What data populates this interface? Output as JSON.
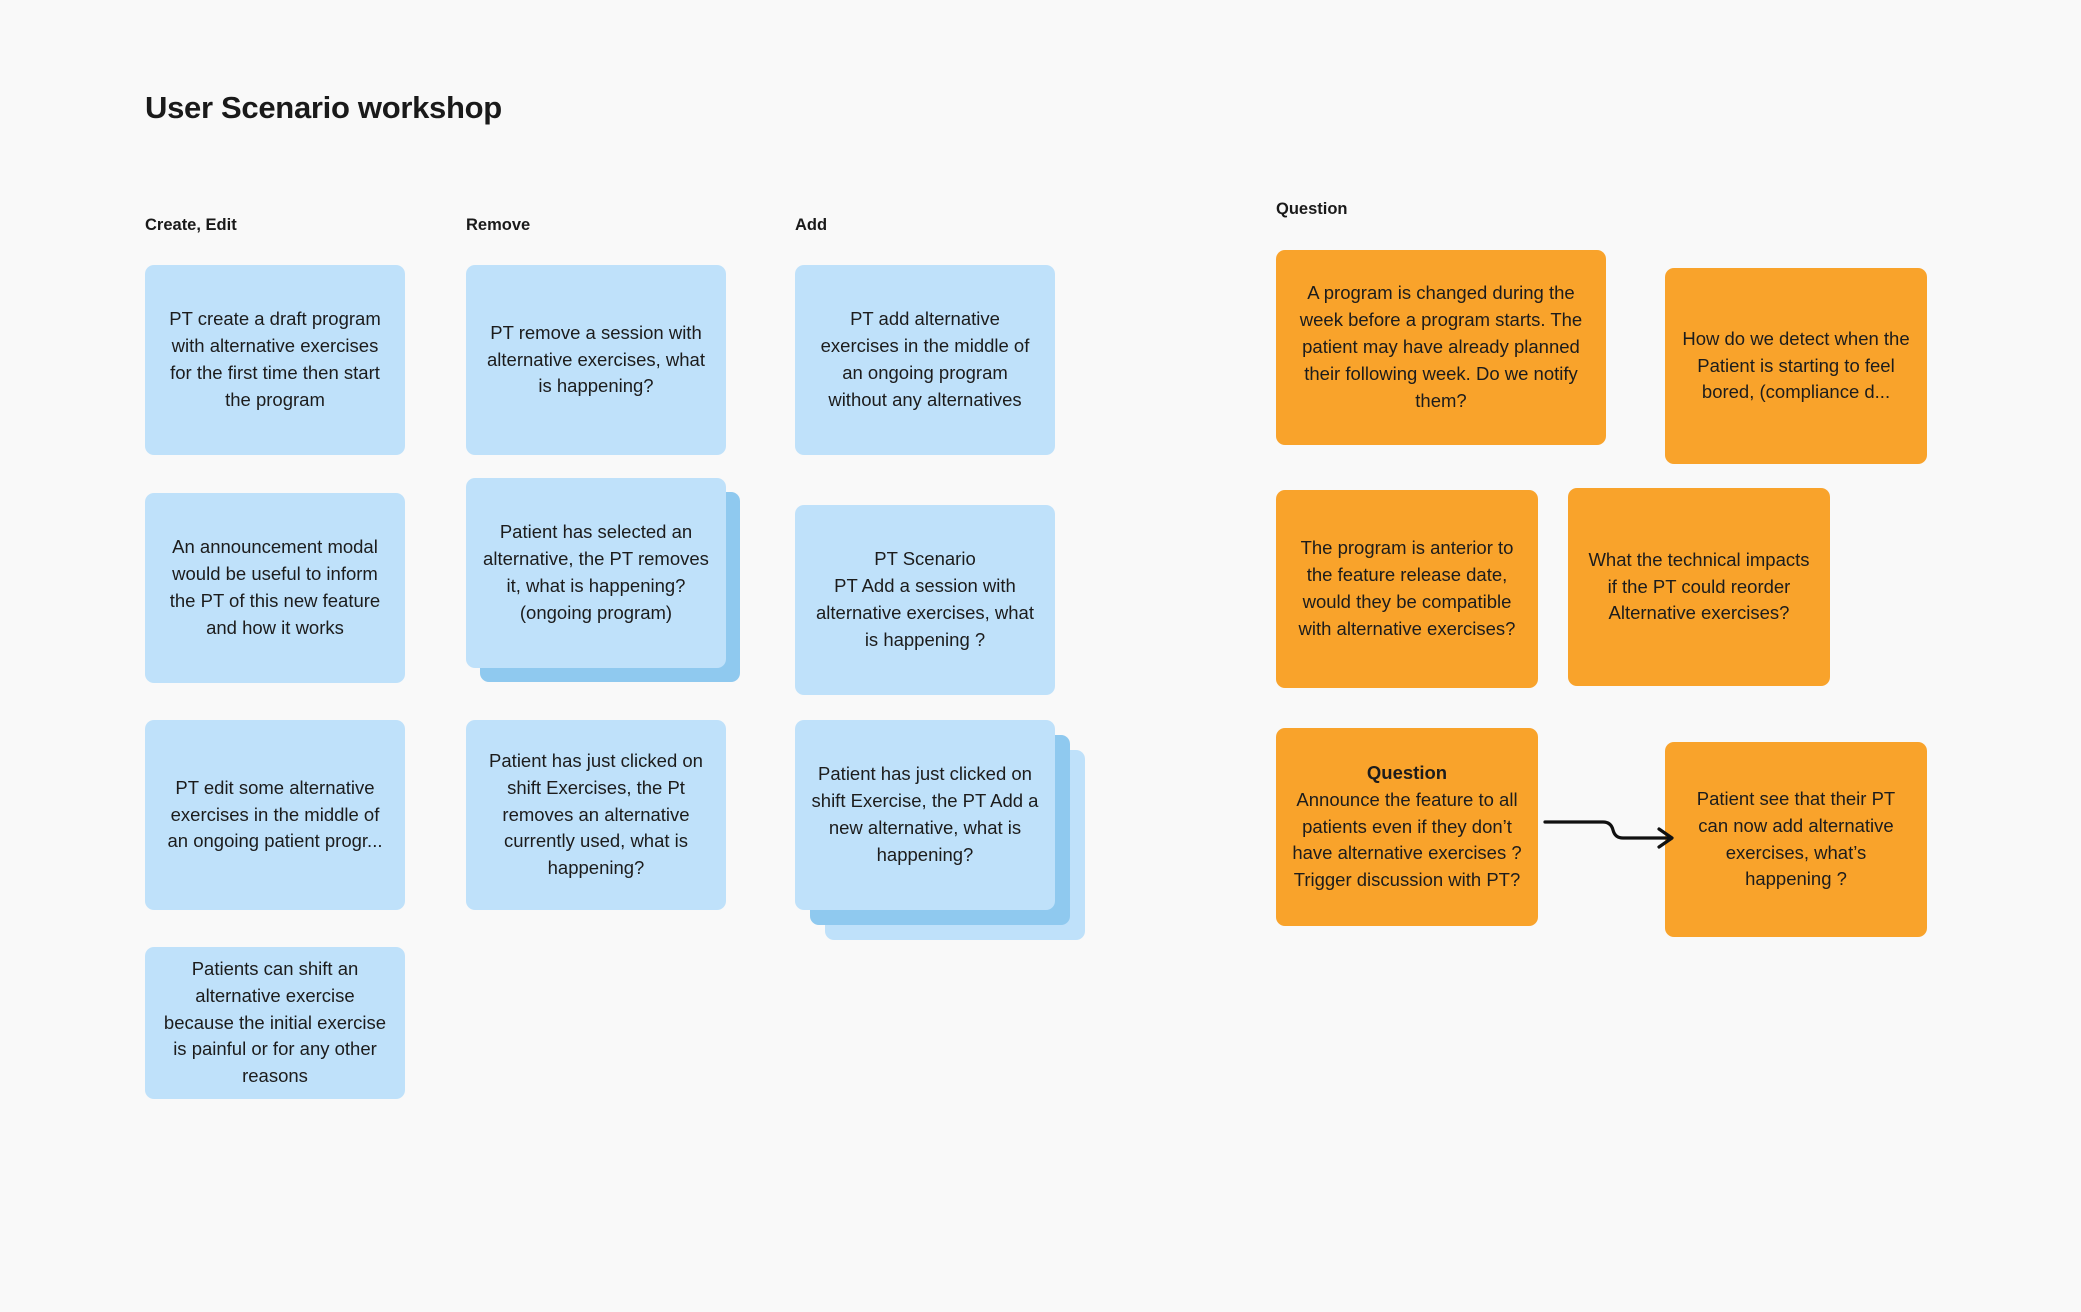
{
  "page": {
    "title": "User Scenario workshop",
    "background_color": "#f9f9f9"
  },
  "colors": {
    "sticky_blue": "#bfe1fa",
    "sticky_blue_stack_mid": "#8fc9ef",
    "sticky_blue_stack_back": "#bfe1fa",
    "sticky_orange": "#f9a32b",
    "text": "#1c1c1c",
    "connector": "#111111"
  },
  "columns": [
    {
      "heading": "Create, Edit",
      "cards": [
        {
          "text": "PT create a draft program with alternative exercises for the first time then start the program",
          "color": "blue",
          "stacked": 1
        },
        {
          "text": "An announcement modal would be useful to inform the PT of this new feature and how it works",
          "color": "blue",
          "stacked": 1
        },
        {
          "text": "PT edit some alternative exercises in the middle of an ongoing patient progr...",
          "color": "blue",
          "stacked": 1
        },
        {
          "text": "Patients can shift an alternative exercise because the initial exercise is painful or for any other reasons",
          "color": "blue",
          "stacked": 1
        }
      ]
    },
    {
      "heading": "Remove",
      "cards": [
        {
          "text": "PT remove a session with alternative exercises, what is happening?",
          "color": "blue",
          "stacked": 1
        },
        {
          "text": "Patient has selected an alternative, the PT removes it, what is happening? (ongoing program)",
          "color": "blue",
          "stacked": 2
        },
        {
          "text": "Patient has just clicked on shift Exercises, the Pt removes an alternative currently used, what is happening?",
          "color": "blue",
          "stacked": 1
        }
      ]
    },
    {
      "heading": "Add",
      "cards": [
        {
          "text": "PT add alternative exercises in the middle of an ongoing program without any alternatives",
          "color": "blue",
          "stacked": 1
        },
        {
          "text": "PT Scenario\nPT Add a session with alternative exercises, what is happening ?",
          "color": "blue",
          "stacked": 1
        },
        {
          "text": "Patient has just clicked on shift Exercise, the PT Add a new alternative, what is happening?",
          "color": "blue",
          "stacked": 3
        }
      ]
    },
    {
      "heading": "Question",
      "cards": [
        {
          "text": "A program is changed during the week before a program starts. The patient may have already planned their following week. Do we notify them?",
          "color": "orange",
          "stacked": 1
        },
        {
          "text": "How do we detect when the Patient is starting to feel bored, (compliance d...",
          "color": "orange",
          "stacked": 1
        },
        {
          "text": "The program is anterior to the feature release date, would they be compatible with alternative exercises?",
          "color": "orange",
          "stacked": 1
        },
        {
          "text": "What the technical impacts if the PT could reorder Alternative exercises?",
          "color": "orange",
          "stacked": 1
        },
        {
          "label": "Question",
          "text": "Announce the feature to all patients even if they don’t have alternative exercises ? Trigger discussion with PT?",
          "color": "orange",
          "stacked": 1
        },
        {
          "text": "Patient see that their PT can now add alternative exercises, what’s happening ?",
          "color": "orange",
          "stacked": 1
        }
      ]
    }
  ],
  "connectors": [
    {
      "from": "question-announce-feature-card",
      "to": "patient-see-pt-card",
      "style": "elbow-arrow"
    }
  ]
}
